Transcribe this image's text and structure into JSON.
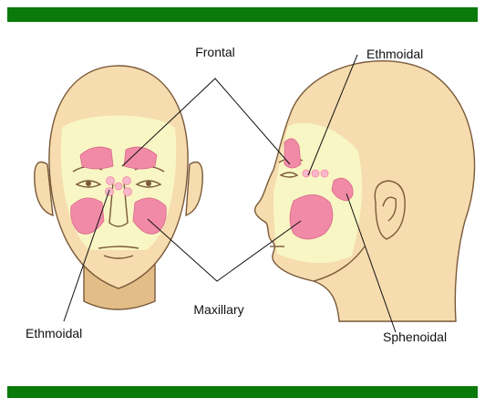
{
  "colors": {
    "bar": "#0a7a0a",
    "skin": "#f6dcae",
    "skin_shade": "#e2bd88",
    "skin_outline": "#7a5a3a",
    "sinus_zone": "#f8f6c4",
    "sinus": "#f18aa6",
    "sinus_light": "#f9b8ca",
    "leader": "#111111"
  },
  "labels": {
    "frontal": "Frontal",
    "ethmoidal_right": "Ethmoidal",
    "ethmoidal_left": "Ethmoidal",
    "maxillary": "Maxillary",
    "sphenoidal": "Sphenoidal"
  }
}
